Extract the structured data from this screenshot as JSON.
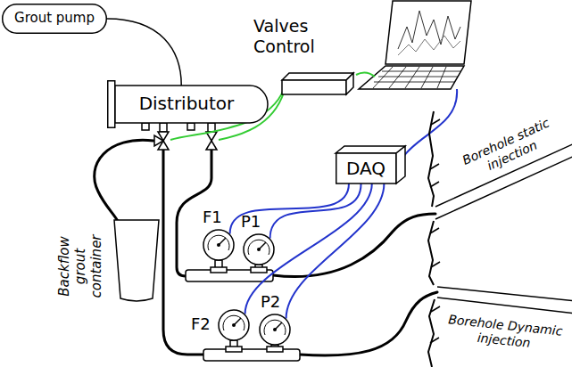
{
  "diagram": {
    "nodes": [
      {
        "text": [
          "Grout pump"
        ]
      },
      {
        "text": [
          "Distributor"
        ]
      },
      {
        "text": [
          "Valves Control"
        ]
      },
      {
        "text": [
          "DAQ"
        ]
      },
      {
        "text": [
          "F1"
        ]
      },
      {
        "text": [
          "P1"
        ]
      },
      {
        "text": [
          "F2"
        ]
      },
      {
        "text": [
          "P2"
        ]
      },
      {
        "text": [
          "Backflow grout container"
        ]
      },
      {
        "text": [
          "Borehole static injection"
        ]
      },
      {
        "text": [
          "Borehole Dynamic injection"
        ]
      }
    ],
    "edges": [
      {
        "from": 0,
        "to": 1,
        "arrow": "none"
      },
      {
        "from": 4,
        "to": 3,
        "arrow": "none"
      },
      {
        "from": 5,
        "to": 3,
        "arrow": "none"
      },
      {
        "from": 6,
        "to": 3,
        "arrow": "none"
      },
      {
        "from": 7,
        "to": 3,
        "arrow": "none"
      }
    ]
  }
}
